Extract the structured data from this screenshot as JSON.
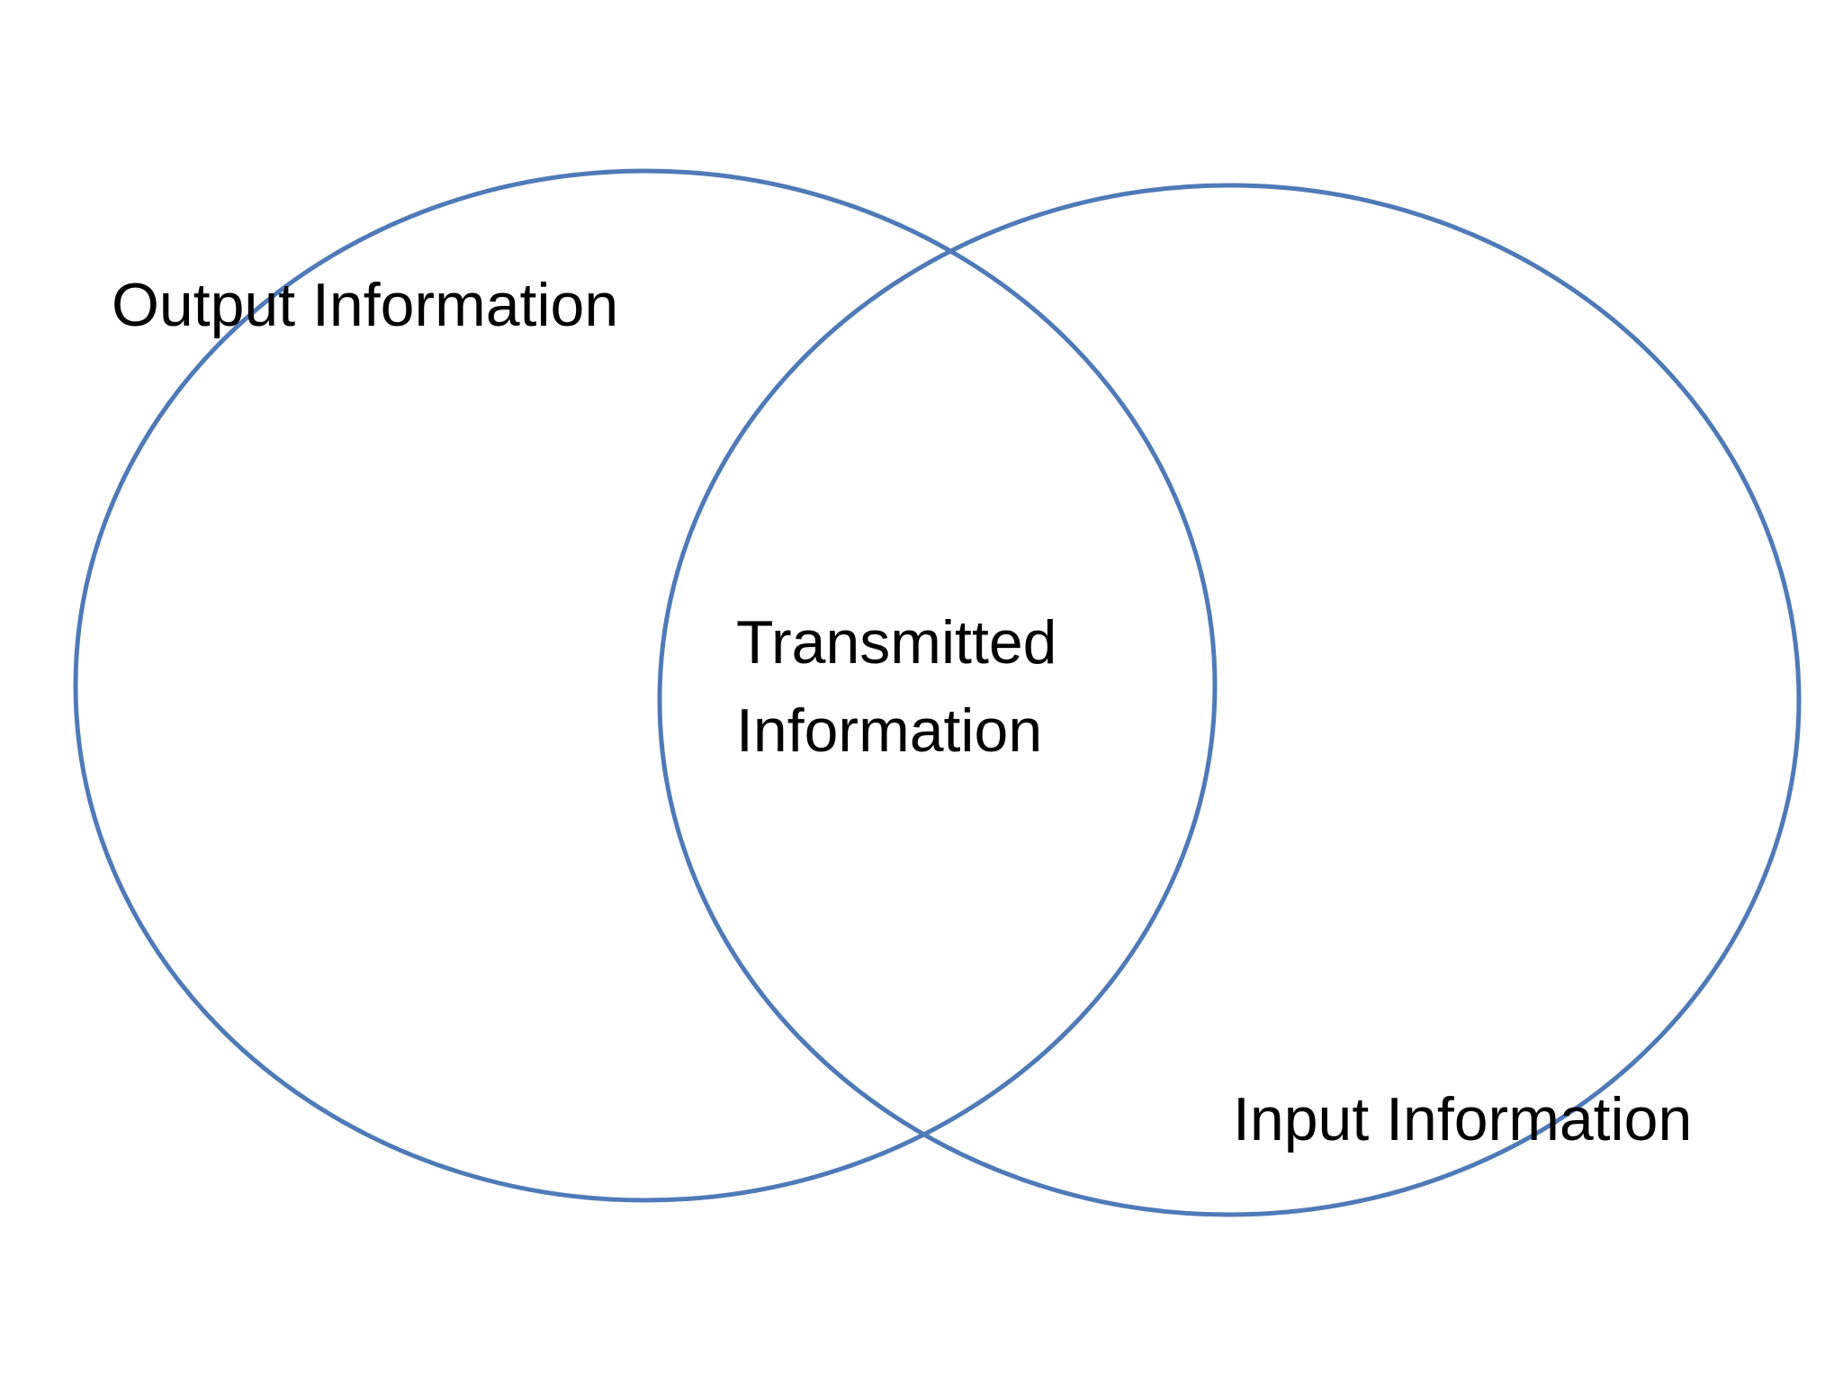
{
  "diagram": {
    "colors": {
      "stroke": "#4f7ab8",
      "background": "#ffffff",
      "text": "#000000"
    },
    "sets": [
      {
        "label": "Output Information"
      },
      {
        "label": "Input Information"
      }
    ],
    "intersection": {
      "line1": "Transmitted",
      "line2": "Information"
    }
  }
}
